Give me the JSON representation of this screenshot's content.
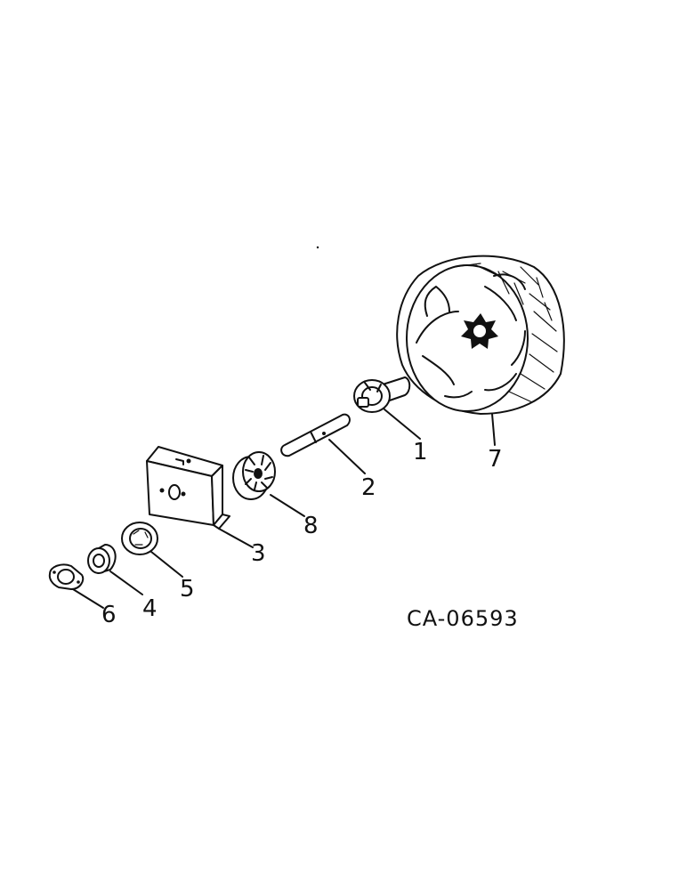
{
  "diagram": {
    "drawing_number": "CA-06593",
    "callouts": {
      "part_1": "1",
      "part_2": "2",
      "part_3": "3",
      "part_4": "4",
      "part_5": "5",
      "part_6": "6",
      "part_7": "7",
      "part_8": "8"
    }
  }
}
